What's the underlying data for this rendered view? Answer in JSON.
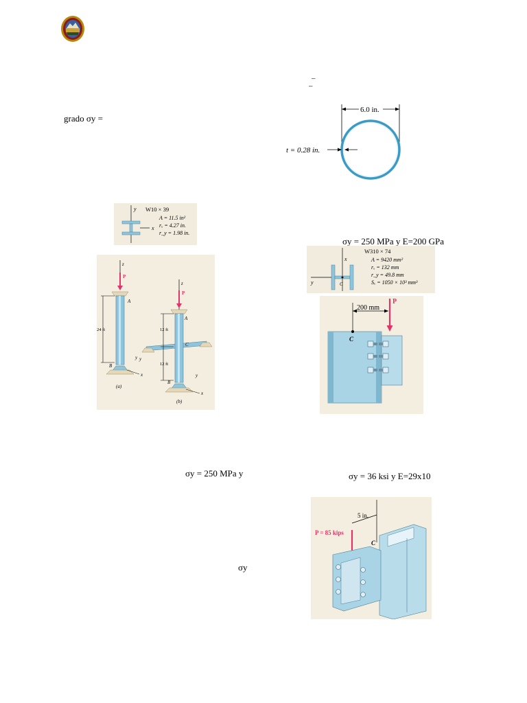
{
  "doc": {
    "frag_grado": "grado σy =",
    "frag_mpa_gpa": "σy = 250 MPa y E=200 GPa",
    "frag_mpa_y": "σy = 250 MPa y",
    "frag_ksi": "σy  =  36  ksi  y  E=29x10",
    "frag_sy": "σy",
    "dash1": "–",
    "dash2": "–"
  },
  "tube": {
    "diameter": "6.0 in.",
    "thickness": "t = 0.28 in."
  },
  "w10": {
    "title": "W10 × 39",
    "area": "A = 11.5 in²",
    "rx": "rₓ = 4.27 in.",
    "ry": "r_y = 1.98 in.",
    "y": "y",
    "x": "x"
  },
  "columns": {
    "z_a": "z",
    "z_b": "z",
    "p_a": "P",
    "p_b": "P",
    "a_a": "A",
    "a_b": "A",
    "b_a": "B",
    "b_b": "B",
    "c_b": "C",
    "len_a": "24 ft",
    "len_b1": "12 ft",
    "len_b2": "12 ft",
    "x_a": "x",
    "x_b": "x",
    "y_a": "y",
    "y_b1": "y",
    "y_b2": "y",
    "cap_a": "(a)",
    "cap_b": "(b)"
  },
  "w310": {
    "title": "W310 × 74",
    "area": "A = 9420 mm²",
    "rx": "rₓ = 132 mm",
    "ry": "r_y = 49.8 mm",
    "sx": "Sₓ = 1050 × 10³ mm³",
    "x": "x",
    "y": "y",
    "c": "C"
  },
  "bracket": {
    "dist": "200 mm",
    "p": "P",
    "c": "C"
  },
  "bracket2": {
    "dist": "5 in.",
    "p": "P = 85 kips",
    "c": "C"
  }
}
